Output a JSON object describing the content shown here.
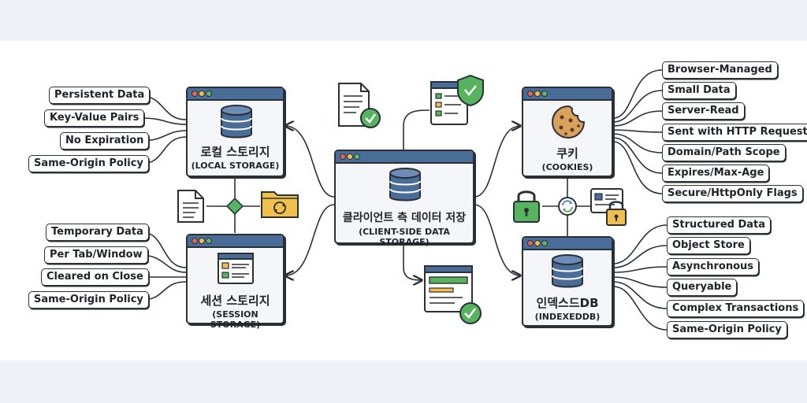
{
  "center": {
    "title_kr": "클라이언트 측 데이터 저장",
    "title_en": "(CLIENT-SIDE DATA STORAGE)"
  },
  "local_storage": {
    "title_kr": "로컬 스토리지",
    "title_en": "(LOCAL STORAGE)",
    "features": [
      "Persistent Data",
      "Key-Value Pairs",
      "No Expiration",
      "Same-Origin Policy"
    ]
  },
  "session_storage": {
    "title_kr": "세션 스토리지",
    "title_en": "(SESSION STORAGE)",
    "features": [
      "Temporary Data",
      "Per Tab/Window",
      "Cleared on Close",
      "Same-Origin Policy"
    ]
  },
  "cookies": {
    "title_kr": "쿠키",
    "title_en": "(COOKIES)",
    "features": [
      "Browser-Managed",
      "Small Data",
      "Server-Read",
      "Sent with HTTP Requests",
      "Domain/Path Scope",
      "Expires/Max-Age",
      "Secure/HttpOnly Flags"
    ]
  },
  "indexeddb": {
    "title_kr": "인덱스드DB",
    "title_en": "(INDEXEDDB)",
    "features": [
      "Structured Data",
      "Object Store",
      "Asynchronous",
      "Queryable",
      "Complex Transactions",
      "Same-Origin Policy"
    ]
  },
  "icons": [
    "database-icon",
    "cookie-icon",
    "list-window-icon",
    "document-check-icon",
    "shield-check-icon",
    "folder-sync-icon",
    "padlock-icon",
    "sync-icon",
    "checkmark-icon"
  ],
  "colors": {
    "window_bar": "#4a6c99",
    "database": "#4a6c99",
    "check": "#56b35e",
    "folder": "#f0c04a",
    "lock": "#56b35e",
    "lock_gold": "#f0c04a"
  }
}
